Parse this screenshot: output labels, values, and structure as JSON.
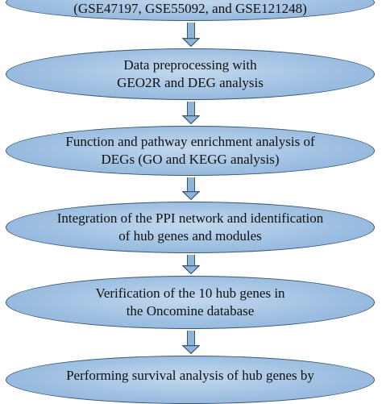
{
  "steps": [
    {
      "lines": [
        "(GSE47197, GSE55092, and GSE121248)"
      ]
    },
    {
      "lines": [
        "Data preprocessing with",
        "GEO2R and DEG analysis"
      ]
    },
    {
      "lines": [
        "Function and pathway enrichment analysis of",
        "DEGs (GO and KEGG analysis)"
      ]
    },
    {
      "lines": [
        "Integration of the PPI network and identification",
        "of hub genes and modules"
      ]
    },
    {
      "lines": [
        "Verification of the 10 hub genes in",
        "the Oncomine database"
      ]
    },
    {
      "lines": [
        "Performing survival analysis of hub genes by"
      ]
    }
  ],
  "colors": {
    "box_fill": "#9fc0e2",
    "box_border": "#3a5670",
    "arrow_fill": "#8fb4da"
  }
}
